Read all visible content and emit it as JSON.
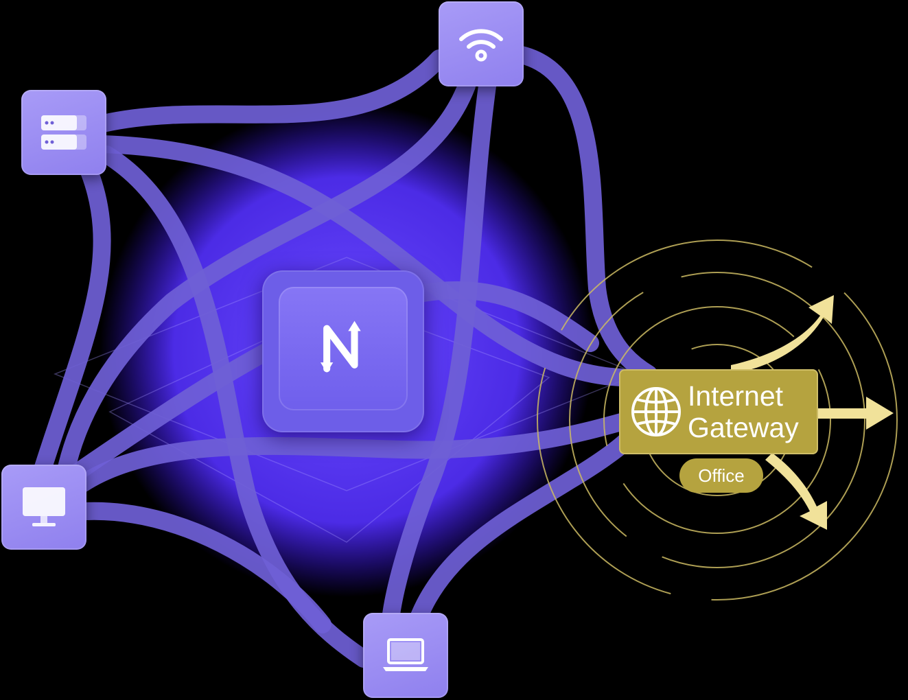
{
  "gateway": {
    "title_line1": "Internet",
    "title_line2": "Gateway",
    "badge": "Office",
    "color": "#b5a33f"
  },
  "hub": {
    "icon": "netmaker-logo-icon"
  },
  "nodes": [
    {
      "id": "wifi",
      "icon": "wifi-icon"
    },
    {
      "id": "server",
      "icon": "server-icon"
    },
    {
      "id": "desktop",
      "icon": "desktop-icon"
    },
    {
      "id": "laptop",
      "icon": "laptop-icon"
    }
  ],
  "colors": {
    "background": "#000000",
    "link": "#6f5fd6",
    "node": "#9b8cf2",
    "hub": "#6d5ee8",
    "glow": "#5a3cff",
    "gateway_arrow": "#f1e29a"
  }
}
